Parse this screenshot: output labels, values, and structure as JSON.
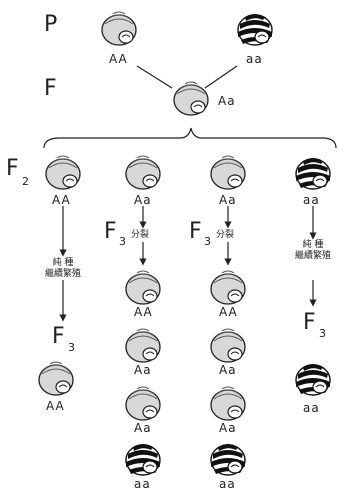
{
  "generations": {
    "p": "P",
    "f1": "F",
    "f2": "F",
    "f2_sub": "2",
    "f3": "F",
    "f3_sub": "3"
  },
  "genotypes": {
    "AA": "AA",
    "Aa": "Aa",
    "aa": "aa"
  },
  "notes": {
    "pure_breed": "純 種\n繼續繁殖",
    "segregation": "分裂"
  },
  "colors": {
    "ink": "#222222",
    "plain_shell": "#d8d8d8",
    "dark_shell": "#111111"
  },
  "shell_types": [
    "plain",
    "banded"
  ]
}
